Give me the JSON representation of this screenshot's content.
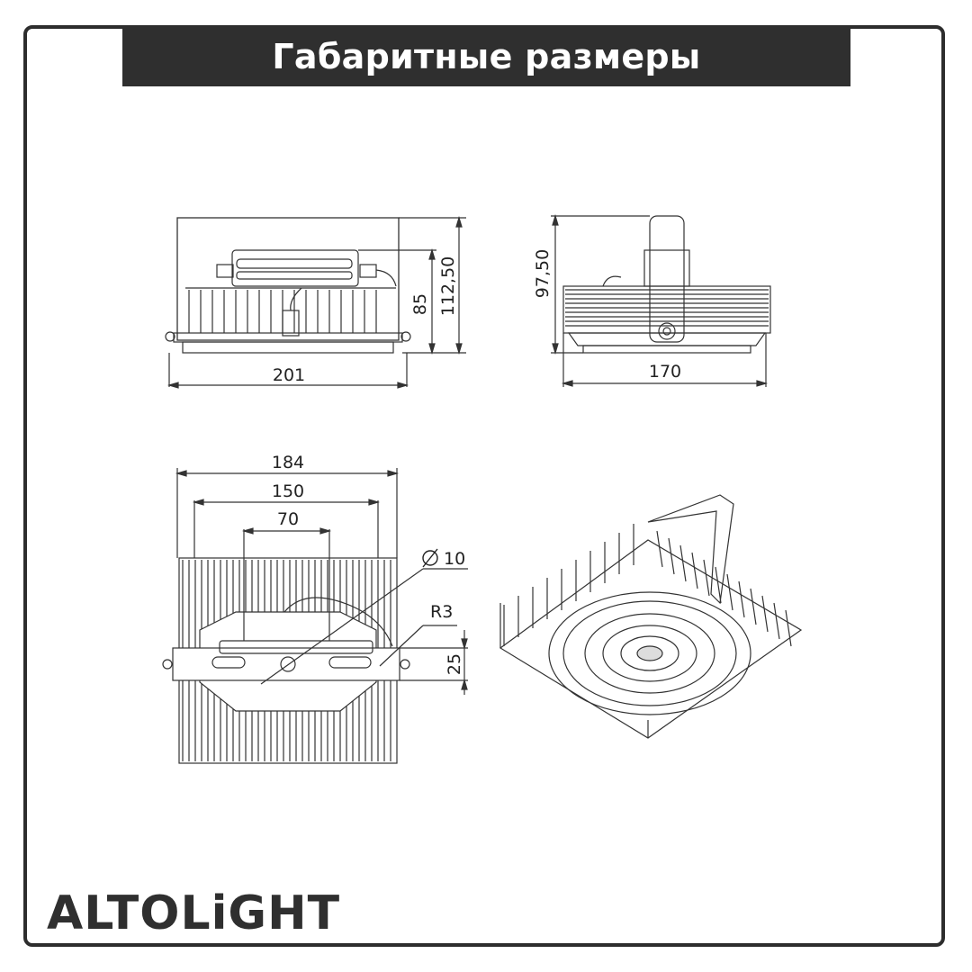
{
  "header": {
    "title": "Габаритные размеры"
  },
  "brand": {
    "logo_text": "ALTOLiGHT"
  },
  "dimensions": {
    "front_width": "201",
    "front_height_total": "112,50",
    "front_height_body": "85",
    "side_width": "170",
    "side_height": "97,50",
    "top_width_outer": "184",
    "top_width_mid": "150",
    "top_width_inner": "70",
    "hole_diameter": "10",
    "radius": "R3",
    "bracket_width": "25"
  },
  "colors": {
    "title_bg": "#2f2f2f",
    "frame": "#2d2d2d",
    "line": "#333333"
  },
  "icons": {
    "diameter_symbol": "diameter-icon"
  }
}
